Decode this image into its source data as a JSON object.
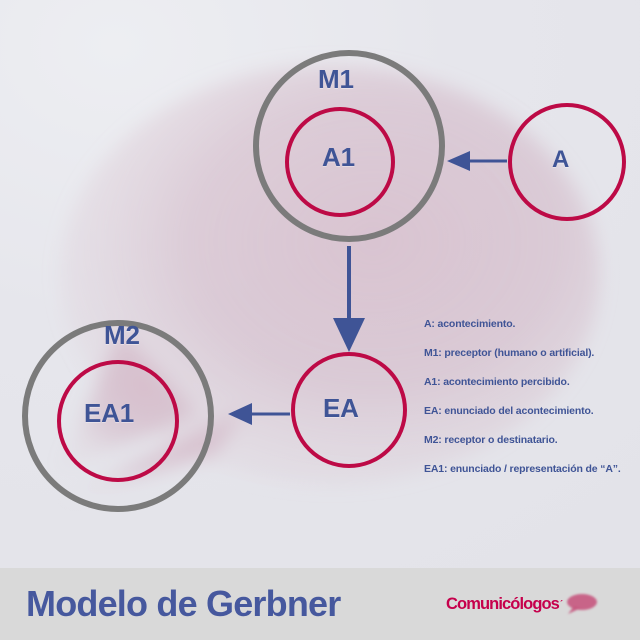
{
  "page": {
    "background_color": "#e7e7ec",
    "footer_background_color": "#d9d9d9"
  },
  "colors": {
    "blue": "#3f5496",
    "crimson": "#bd0a46",
    "gray": "#7b7b7b",
    "brand_crimson": "#c6004c",
    "blob_pink": "#c99bb0"
  },
  "diagram": {
    "nodes": [
      {
        "id": "m1",
        "label": "M1",
        "ring": "gray",
        "role": "outer"
      },
      {
        "id": "a1",
        "label": "A1",
        "ring": "crimson",
        "role": "inner"
      },
      {
        "id": "a",
        "label": "A",
        "ring": "crimson",
        "role": "single"
      },
      {
        "id": "ea",
        "label": "EA",
        "ring": "crimson",
        "role": "single"
      },
      {
        "id": "m2",
        "label": "M2",
        "ring": "gray",
        "role": "outer"
      },
      {
        "id": "ea1",
        "label": "EA1",
        "ring": "crimson",
        "role": "inner"
      }
    ],
    "arrows": [
      {
        "id": "a-to-m1",
        "from": "a",
        "to": "m1",
        "direction": "left"
      },
      {
        "id": "m1-to-ea",
        "from": "m1",
        "to": "ea",
        "direction": "down"
      },
      {
        "id": "ea-to-m2",
        "from": "ea",
        "to": "m2",
        "direction": "left"
      }
    ]
  },
  "legend": {
    "items": [
      "A: acontecimiento.",
      "M1:  preceptor  (humano o artificial).",
      "A1: acontecimiento percibido.",
      "EA: enunciado del acontecimiento.",
      "M2: receptor o destinatario.",
      "EA1: enunciado / representación de “A”."
    ]
  },
  "footer": {
    "title": "Modelo de Gerbner",
    "brand_name": "Comunicólogos",
    "brand_tm": "´"
  }
}
